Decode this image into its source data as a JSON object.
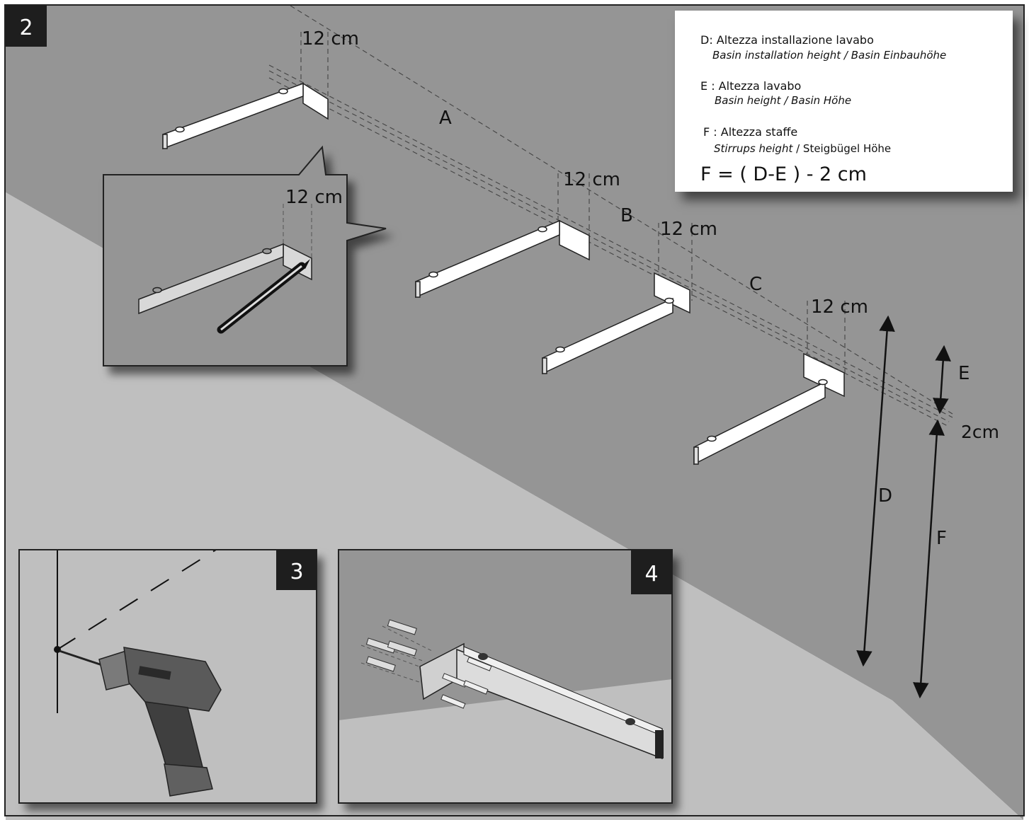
{
  "steps": {
    "step2": "2",
    "step3": "3",
    "step4": "4"
  },
  "distance_label": "12 cm",
  "segments": {
    "a": "A",
    "b": "B",
    "c": "C"
  },
  "heights": {
    "d": "D",
    "e": "E",
    "f": "F",
    "gap": "2cm"
  },
  "legend": {
    "d_main": "D: Altezza installazione lavabo",
    "d_sub": "Basin installation height / Basin Einbauhöhe",
    "e_main": "E : Altezza lavabo",
    "e_sub": "Basin height / Basin Höhe",
    "f_main": "F : Altezza staffe",
    "f_sub_italic": "Stirrups height",
    "f_sub_rest": " / Steigbügel Höhe",
    "formula": "F = ( D-E ) - 2 cm"
  },
  "colors": {
    "wall": "#959595",
    "floor": "#c0c0c0",
    "frame": "#1e1e1e",
    "bracket": "#ffffff"
  },
  "icons": [
    "pencil-icon",
    "drill-icon",
    "wall-anchor-icon",
    "screw-icon"
  ]
}
